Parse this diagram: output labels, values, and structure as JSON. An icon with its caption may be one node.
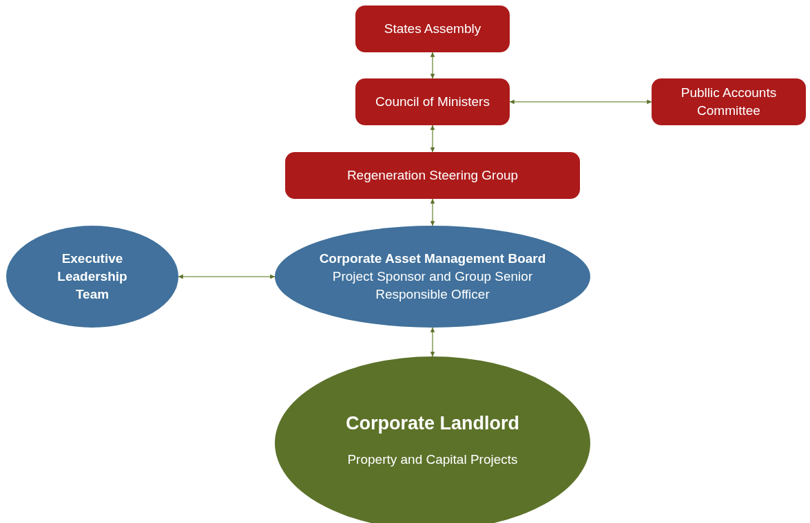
{
  "diagram": {
    "nodes": [
      {
        "text": [
          "States Assembly"
        ]
      },
      {
        "text": [
          "Council of Ministers"
        ]
      },
      {
        "text": [
          "Publlic Accounts Committee"
        ]
      },
      {
        "text": [
          "Regeneration Steering Group"
        ]
      },
      {
        "text": [
          "Executive Leadership Team"
        ]
      },
      {
        "text": [
          "Corporate Asset Management Board",
          "Project Sponsor and Group Senior Responsible Officer"
        ]
      },
      {
        "text": [
          "Corporate Landlord",
          "Property and Capital Projects"
        ]
      }
    ],
    "edges": [
      {
        "from": 0,
        "to": 1,
        "arrow": "both"
      },
      {
        "from": 1,
        "to": 2,
        "arrow": "both"
      },
      {
        "from": 1,
        "to": 3,
        "arrow": "both"
      },
      {
        "from": 3,
        "to": 5,
        "arrow": "both"
      },
      {
        "from": 4,
        "to": 5,
        "arrow": "both"
      },
      {
        "from": 5,
        "to": 6,
        "arrow": "both"
      }
    ]
  }
}
